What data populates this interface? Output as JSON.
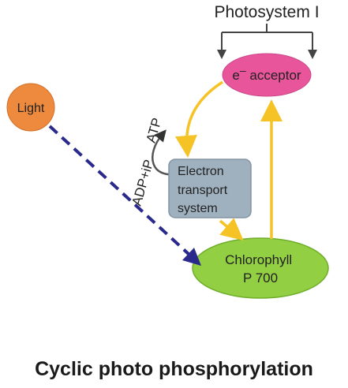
{
  "diagram": {
    "photosystem_label": "Photosystem I",
    "acceptor_label": "e",
    "acceptor_sup": "–",
    "acceptor_suffix": " acceptor",
    "light_label": "Light",
    "ets_line1": "Electron",
    "ets_line2": "transport",
    "ets_line3": "system",
    "adp_label": "ADP+iP",
    "atp_label": "ATP",
    "chlorophyll_line1": "Chlorophyll",
    "chlorophyll_line2": "P 700"
  },
  "caption": "Cyclic photo phosphorylation",
  "colors": {
    "light_fill": "#ee8a3e",
    "acceptor_fill": "#e8559a",
    "chlorophyll_fill": "#92cf42",
    "ets_fill": "#9fb0be",
    "arrow_yellow": "#f5c326",
    "arrow_blue": "#2a2a8c",
    "bracket": "#444444"
  }
}
